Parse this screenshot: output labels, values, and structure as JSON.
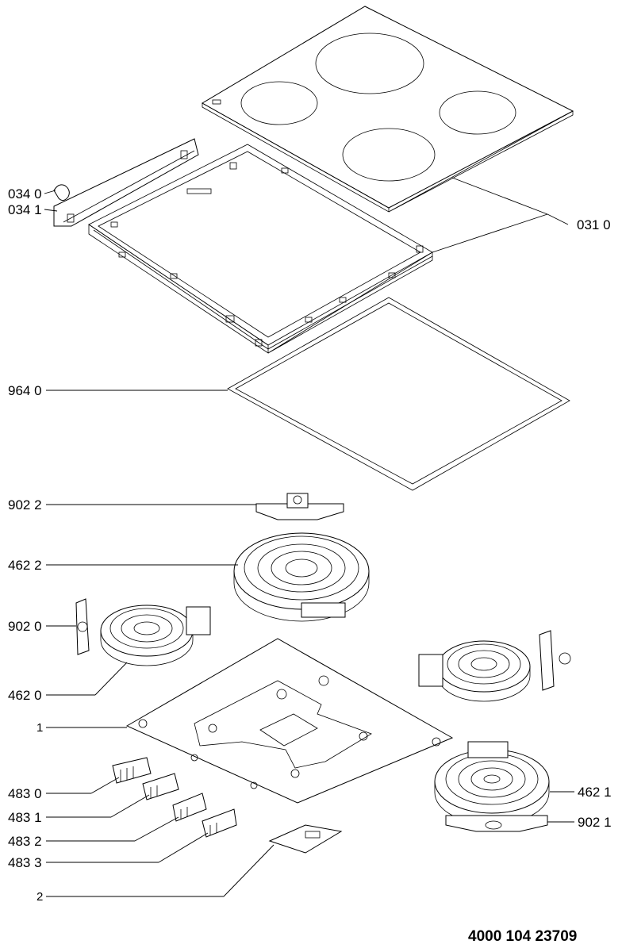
{
  "labels": {
    "l0340": "034 0",
    "l0341": "034 1",
    "l0310": "031 0",
    "l9640": "964 0",
    "l9022": "902 2",
    "l4622": "462 2",
    "l9020": "902 0",
    "l4620": "462 0",
    "l1": "1",
    "l4830": "483 0",
    "l4831": "483 1",
    "l4832": "483 2",
    "l4833": "483 3",
    "l4621": "462 1",
    "l9021": "902 1",
    "l2": "2"
  },
  "document_number": "4000 104 23709"
}
